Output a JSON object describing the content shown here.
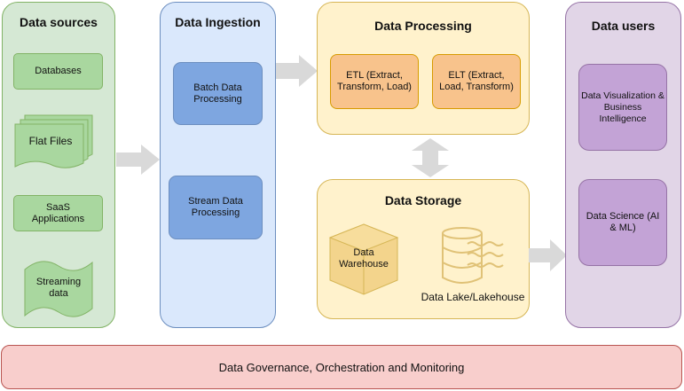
{
  "sources": {
    "title": "Data sources",
    "databases": "Databases",
    "flat_files": "Flat Files",
    "saas": "SaaS Applications",
    "streaming": "Streaming data"
  },
  "ingestion": {
    "title": "Data Ingestion",
    "batch": "Batch Data Processing",
    "stream": "Stream Data Processing"
  },
  "processing": {
    "title": "Data Processing",
    "etl": "ETL (Extract, Transform, Load)",
    "elt": "ELT (Extract, Load, Transform)"
  },
  "storage": {
    "title": "Data Storage",
    "warehouse": "Data Warehouse",
    "lake": "Data Lake/Lakehouse"
  },
  "users": {
    "title": "Data users",
    "viz": "Data Visualization & Business Intelligence",
    "science": "Data Science (AI & ML)"
  },
  "governance": "Data Governance, Orchestration and Monitoring",
  "colors": {
    "sources_fill": "#d5e8d4",
    "ingestion_fill": "#dae8fc",
    "processing_fill": "#fff2cc",
    "users_fill": "#e1d5e7",
    "governance_fill": "#f8cecc",
    "arrow": "#d9d9d9"
  }
}
